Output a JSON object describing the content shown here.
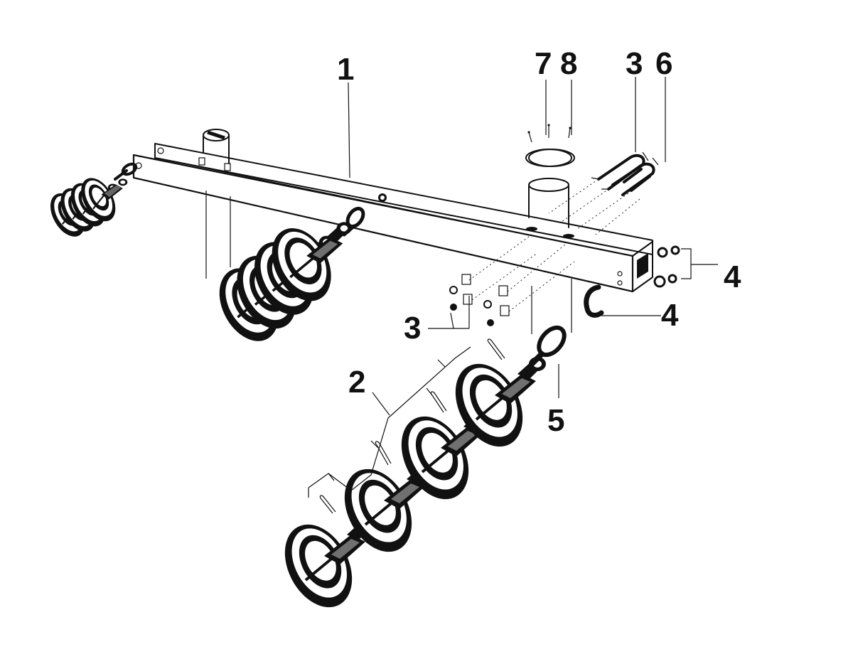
{
  "callouts": {
    "crossarm": "1",
    "insulator_string": "2",
    "bolts_left": "3",
    "ubolt_top": "3",
    "nuts_right_upper": "4",
    "hook_right": "4",
    "eye_link": "5",
    "ubolt_top_b": "6",
    "pole_cap_a": "7",
    "pole_cap_b": "8"
  },
  "icons": {
    "insulator": "disc-insulator-icon",
    "shackle": "shackle-icon",
    "ubolt": "u-bolt-icon",
    "hook": "hook-icon",
    "eye_link": "eye-link-icon",
    "cotter": "cotter-pin-icon"
  },
  "colors": {
    "ink": "#111111",
    "paper": "#ffffff"
  }
}
